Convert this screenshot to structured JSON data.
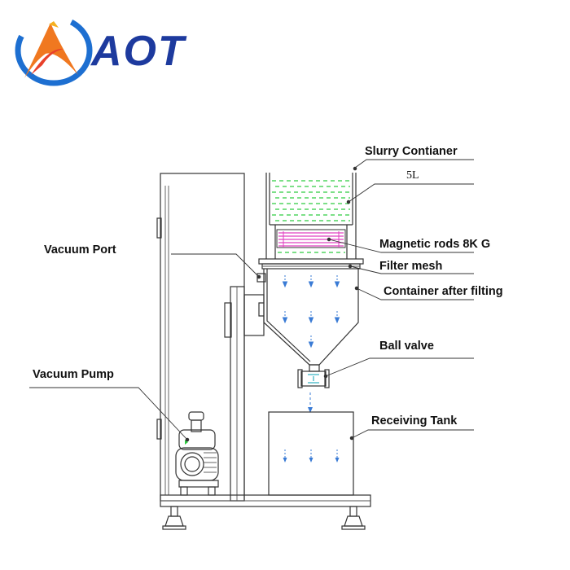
{
  "logo": {
    "text": "AOT"
  },
  "labels": {
    "slurry_container": "Slurry Contianer",
    "volume": "5L",
    "vacuum_port": "Vacuum Port",
    "magnetic_rods": "Magnetic rods 8K G",
    "filter_mesh": "Filter mesh",
    "container_after": "Container after filting",
    "ball_valve": "Ball valve",
    "vacuum_pump": "Vacuum Pump",
    "receiving_tank": "Receiving Tank"
  },
  "colors": {
    "logo_blue": "#1d3a9e",
    "liquid_green": "#2ecc40",
    "flow_blue": "#3a7bd5",
    "rod_magenta": "#e040c0",
    "valve_cyan": "#30b0c0"
  }
}
